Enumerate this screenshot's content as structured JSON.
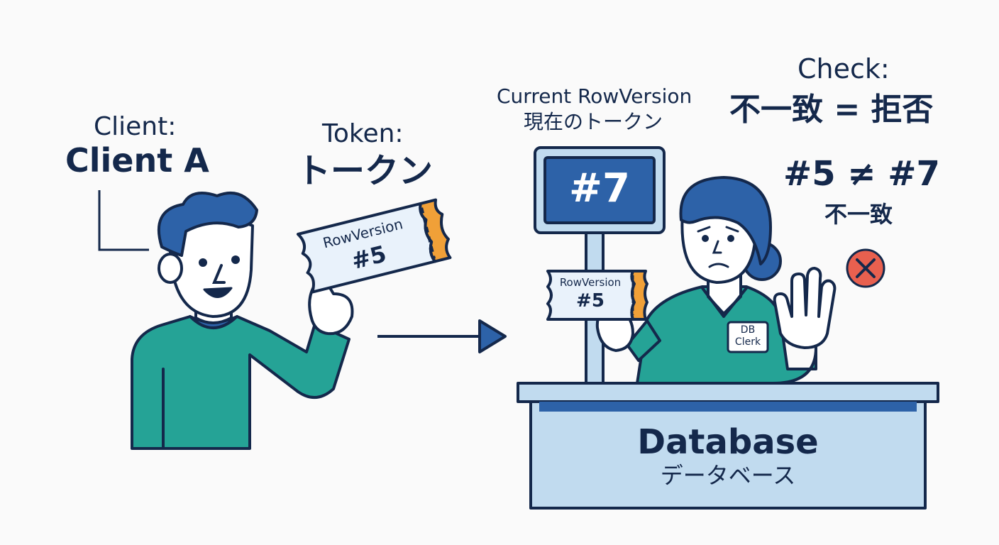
{
  "client": {
    "caption": "Client:",
    "name": "Client A"
  },
  "token": {
    "caption": "Token:",
    "caption_ja": "トークン",
    "ticket_label": "RowVersion",
    "ticket_value": "#5"
  },
  "server_token": {
    "caption": "Current RowVersion",
    "caption_ja": "現在のトークン",
    "monitor_value": "#7"
  },
  "clerk": {
    "ticket_label": "RowVersion",
    "ticket_value": "#5",
    "badge_line1": "DB",
    "badge_line2": "Clerk"
  },
  "check": {
    "caption": "Check:",
    "result_ja": "不一致 = 拒否",
    "comparison": "#5 ≠ #7",
    "mismatch_ja": "不一致",
    "reject_icon": "x-circle-icon"
  },
  "database": {
    "label": "Database",
    "label_ja": "データベース"
  },
  "colors": {
    "navy": "#14284b",
    "blue": "#2d62a8",
    "teal": "#25a396",
    "light_blue": "#c1dbef",
    "orange": "#f0a038",
    "red": "#e8604f",
    "skin": "#ffffff"
  }
}
